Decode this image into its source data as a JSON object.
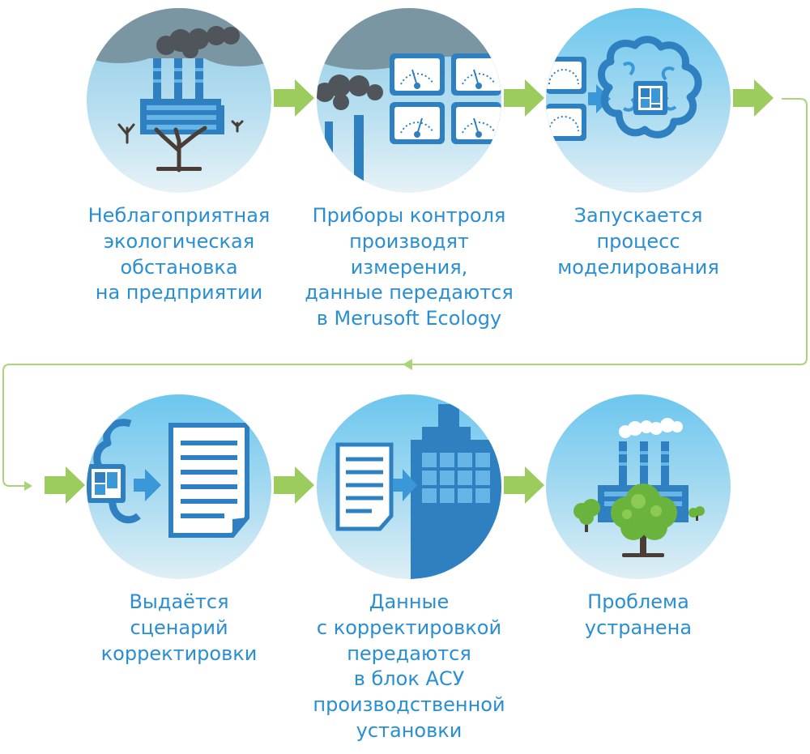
{
  "row1": [
    {
      "id": "1",
      "lines": [
        "Неблагоприятная",
        "экологическая",
        "обстановка",
        "на предприятии"
      ]
    },
    {
      "id": "2",
      "lines": [
        "Приборы контроля",
        "производят",
        "измерения,",
        "данные передаются",
        "в Merusoft Ecology"
      ]
    },
    {
      "id": "3",
      "lines": [
        "Запускается",
        "процесс",
        "моделирования"
      ]
    }
  ],
  "row2": [
    {
      "id": "4",
      "lines": [
        "Выдаётся",
        "сценарий",
        "корректировки"
      ]
    },
    {
      "id": "5",
      "lines": [
        "Данные",
        "с корректировкой",
        "передаются",
        "в блок АСУ",
        "производственной",
        "установки"
      ]
    },
    {
      "id": "6",
      "lines": [
        "Проблема",
        "устранена"
      ]
    }
  ],
  "colors": {
    "label_text": "#2a8fd2",
    "arrow_green": "#9ccb5e",
    "connector_green": "#a9d47a",
    "building_blue": "#2f80c0",
    "smoke_gray": "#545b60",
    "tree_green": "#6ab43e"
  }
}
